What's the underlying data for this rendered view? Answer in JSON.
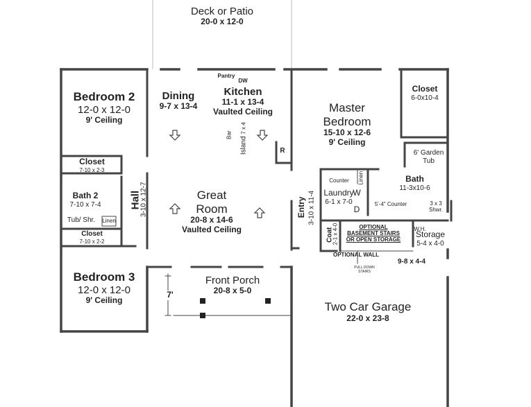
{
  "rooms": {
    "deck": {
      "name": "Deck or Patio",
      "dim": "20-0 x 12-0"
    },
    "bedroom2": {
      "name": "Bedroom 2",
      "dim": "12-0 x 12-0",
      "note": "9' Ceiling"
    },
    "dining": {
      "name": "Dining",
      "dim": "9-7 x 13-4"
    },
    "kitchen": {
      "name": "Kitchen",
      "dim": "11-1 x 13-4",
      "note": "Vaulted Ceiling"
    },
    "pantry": {
      "name": "Pantry"
    },
    "dw": {
      "name": "DW"
    },
    "bar": {
      "name": "Bar"
    },
    "island": {
      "name": "Island",
      "dim": "7 x 4"
    },
    "refrigerator": {
      "name": "R"
    },
    "master": {
      "name_line1": "Master",
      "name_line2": "Bedroom",
      "dim": "15-10 x 12-6",
      "note": "9' Ceiling"
    },
    "master_closet": {
      "name": "Closet",
      "dim": "6-0x10-4"
    },
    "garden_tub": {
      "line1": "6' Garden",
      "line2": "Tub"
    },
    "closet1": {
      "name": "Closet",
      "dim": "7-10 x 2-3"
    },
    "bath2": {
      "name": "Bath 2",
      "dim": "7-10 x 7-4",
      "fixture": "Tub/ Shr.",
      "linen": "Linen"
    },
    "hall": {
      "name": "Hall",
      "dim": "3-10 x 12-7"
    },
    "great_room": {
      "name_line1": "Great",
      "name_line2": "Room",
      "dim": "20-8 x 14-6",
      "note": "Vaulted Ceiling"
    },
    "entry": {
      "name": "Entry",
      "dim": "3-10 x 11-4"
    },
    "laundry": {
      "name": "Laundry",
      "dim": "6-1 x 7-0",
      "counter": "Counter",
      "linen": "Linen",
      "washer": "W",
      "dryer": "D"
    },
    "master_bath": {
      "name": "Bath",
      "dim": "11-3x10-6",
      "counter": "5'-4\" Counter",
      "shower_line1": "3 x 3",
      "shower_line2": "Shwr."
    },
    "closet2": {
      "name": "Closet",
      "dim": "7-10 x 2-2"
    },
    "coat": {
      "name": "Coat",
      "dim": "2-1 x 4-0"
    },
    "basement": {
      "line1": "OPTIONAL",
      "line2": "BASEMENT STAIRS",
      "line3": "OR OPEN STORAGE",
      "wall": "OPTIONAL WALL",
      "stairs_line1": "PULL DOWN",
      "stairs_line2": "STAIRS"
    },
    "storage": {
      "wh": "W.H.",
      "name": "Storage",
      "dim": "5-4 x 4-0",
      "extra_dim": "9-8 x 4-4"
    },
    "bedroom3": {
      "name": "Bedroom 3",
      "dim": "12-0 x 12-0",
      "note": "9' Ceiling"
    },
    "porch": {
      "name": "Front Porch",
      "dim": "20-8 x 5-0",
      "height": "7'"
    },
    "garage": {
      "name": "Two Car Garage",
      "dim": "22-0 x 23-8"
    }
  }
}
